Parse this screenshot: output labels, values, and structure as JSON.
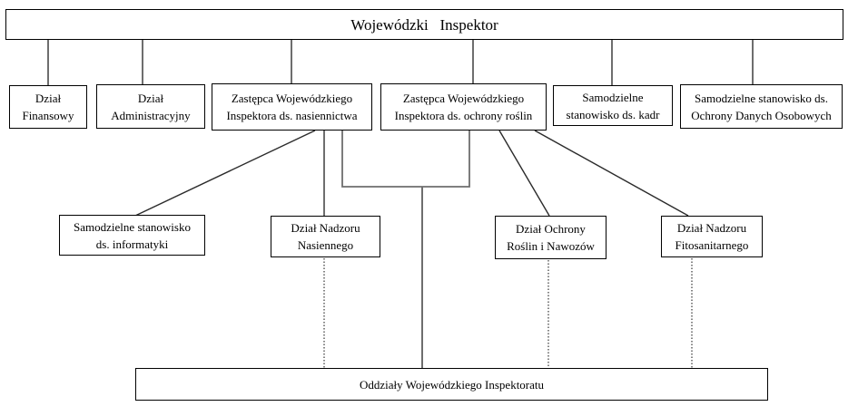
{
  "nodes": {
    "inspektor": {
      "label": "Wojewódzki   Inspektor"
    },
    "finansowy": {
      "line1": "Dział",
      "line2": "Finansowy"
    },
    "administracyjny": {
      "line1": "Dział",
      "line2": "Administracyjny"
    },
    "zastepca_nasiennictwa": {
      "line1": "Zastępca Wojewódzkiego",
      "line2": "Inspektora ds. nasiennictwa"
    },
    "zastepca_ochrony_roslin": {
      "line1": "Zastępca Wojewódzkiego",
      "line2": "Inspektora ds. ochrony roślin"
    },
    "kadry": {
      "line1": "Samodzielne",
      "line2": "stanowisko ds. kadr"
    },
    "odo": {
      "line1": "Samodzielne stanowisko ds.",
      "line2": "Ochrony Danych Osobowych"
    },
    "informatyka": {
      "line1": "Samodzielne stanowisko",
      "line2": "ds. informatyki"
    },
    "nadzor_nasienny": {
      "line1": "Dział Nadzoru",
      "line2": "Nasiennego"
    },
    "ochrona_roslin_nawozy": {
      "line1": "Dział Ochrony",
      "line2": "Roślin i Nawozów"
    },
    "nadzor_fitosanitarny": {
      "line1": "Dział Nadzoru",
      "line2": "Fitosanitarnego"
    },
    "oddzialy": {
      "label": "Oddziały Wojewódzkiego Inspektoratu"
    }
  },
  "colors": {
    "background": "#ffffff",
    "box_border": "#000000",
    "text": "#000000",
    "connector_gray": "#6e6e6e",
    "connector_dark": "#2b2b2b"
  }
}
